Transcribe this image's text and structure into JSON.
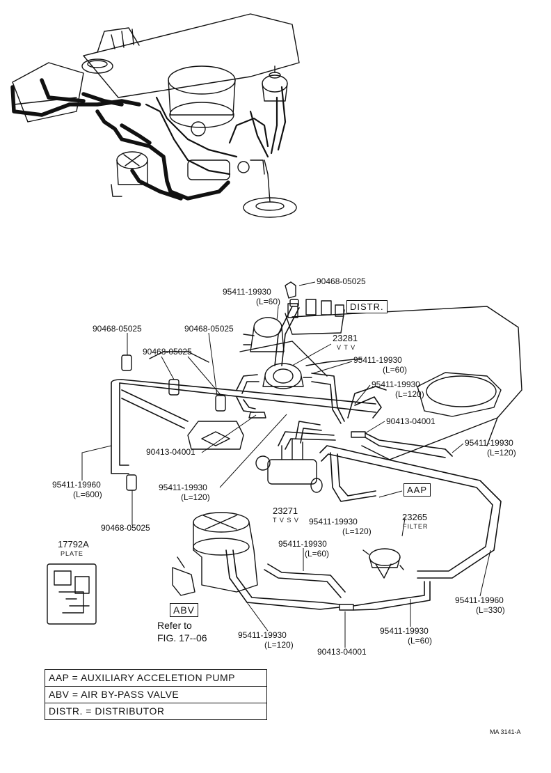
{
  "labels": {
    "p90468_top": "90468-05025",
    "p95411_a": "95411-19930",
    "p95411_a_len": "(L=60)",
    "distr": "DISTR.",
    "p90468_left": "90468-05025",
    "p90468_mid": "90468-05025",
    "p90468_midlow": "90468-05025",
    "p23281": "23281",
    "vtv": "V T V",
    "p95411_b": "95411-19930",
    "p95411_b_len": "(L=60)",
    "p95411_c": "95411-19930",
    "p95411_c_len": "(L=120)",
    "p90413_right": "90413-04001",
    "p95411_d": "95411-19930",
    "p95411_d_len": "(L=120)",
    "p95411_e": "95411-19960",
    "p95411_e_len": "(L=600)",
    "p90413_left": "90413-04001",
    "p95411_f": "95411-19930",
    "p95411_f_len": "(L=120)",
    "aap": "AAP",
    "p23271": "23271",
    "tvsv": "T V S V",
    "p95411_g": "95411-19930",
    "p95411_g_len": "(L=120)",
    "p23265": "23265",
    "filter": "FILTER",
    "p90468_bottom": "90468-05025",
    "p17792": "17792A",
    "plate": "PLATE",
    "p95411_h": "95411-19930",
    "p95411_h_len": "(L=60)",
    "p95411_i": "95411-19960",
    "p95411_i_len": "(L=330)",
    "abv": "ABV",
    "refer": "Refer to",
    "fig": "FIG. 17--06",
    "p95411_j": "95411-19930",
    "p95411_j_len": "(L=120)",
    "p95411_k": "95411-19930",
    "p95411_k_len": "(L=60)",
    "p90413_bottom": "90413-04001"
  },
  "legend": [
    "AAP = AUXILIARY ACCELETION PUMP",
    "ABV = AIR BY-PASS VALVE",
    "DISTR. = DISTRIBUTOR"
  ],
  "code": "MA 3141-A"
}
